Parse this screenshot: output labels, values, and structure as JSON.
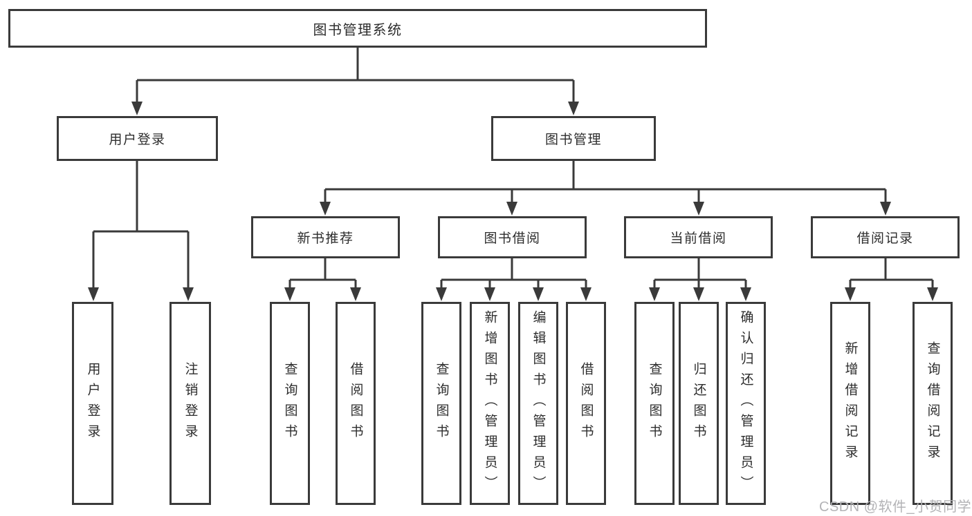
{
  "title": "图书管理系统",
  "tree": {
    "root": {
      "label": "图书管理系统"
    },
    "branches": [
      {
        "label": "用户登录",
        "children": [
          {
            "label": "用户登录"
          },
          {
            "label": "注销登录"
          }
        ]
      },
      {
        "label": "图书管理",
        "children": [
          {
            "label": "新书推荐",
            "children": [
              {
                "label": "查询图书"
              },
              {
                "label": "借阅图书"
              }
            ]
          },
          {
            "label": "图书借阅",
            "children": [
              {
                "label": "查询图书"
              },
              {
                "label": "新增图书（管理员）"
              },
              {
                "label": "编辑图书（管理员）"
              },
              {
                "label": "借阅图书"
              }
            ]
          },
          {
            "label": "当前借阅",
            "children": [
              {
                "label": "查询图书"
              },
              {
                "label": "归还图书"
              },
              {
                "label": "确认归还（管理员）"
              }
            ]
          },
          {
            "label": "借阅记录",
            "children": [
              {
                "label": "新增借阅记录"
              },
              {
                "label": "查询借阅记录"
              }
            ]
          }
        ]
      }
    ]
  },
  "watermark": {
    "text": "CSDN @软件_小贺同学"
  },
  "colors": {
    "line": "#3a3a3a",
    "text": "#2d2d2d",
    "watermark": "#b3b3b6",
    "background": "#ffffff"
  }
}
